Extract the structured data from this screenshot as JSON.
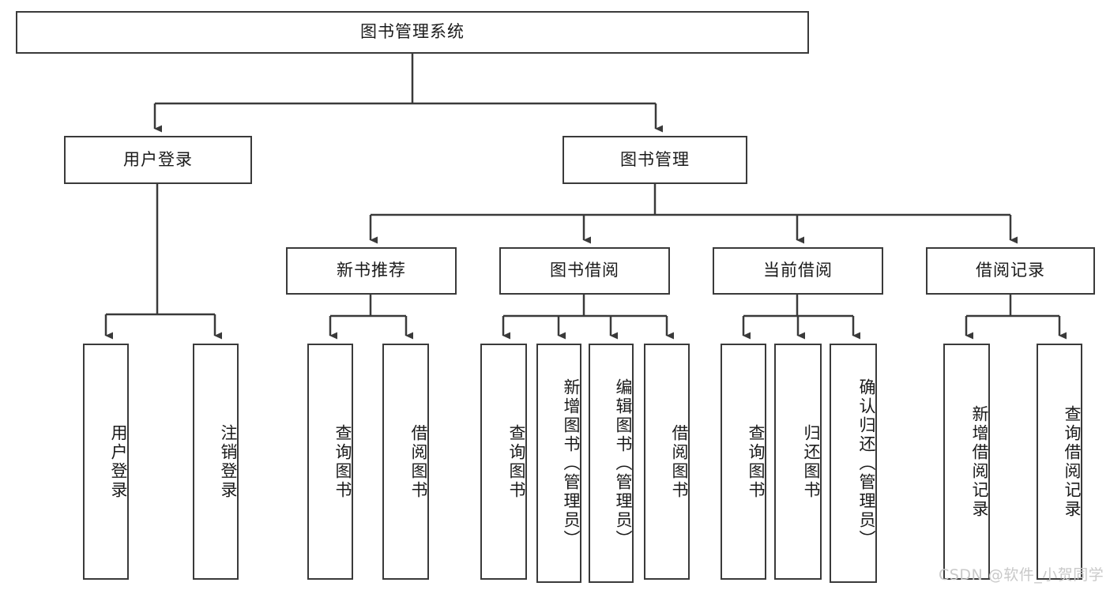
{
  "diagram": {
    "title_node": {
      "label": "图书管理系统"
    },
    "level2": [
      {
        "id": "user-login",
        "label": "用户登录"
      },
      {
        "id": "book-management",
        "label": "图书管理"
      }
    ],
    "level3": [
      {
        "id": "new-book-recommend",
        "label": "新书推荐"
      },
      {
        "id": "book-borrow",
        "label": "图书借阅"
      },
      {
        "id": "current-borrow",
        "label": "当前借阅"
      },
      {
        "id": "borrow-record",
        "label": "借阅记录"
      }
    ],
    "leaves": [
      {
        "id": "leaf-user-login",
        "label": "用户登录"
      },
      {
        "id": "leaf-logout-login",
        "label": "注销登录"
      },
      {
        "id": "leaf-query-book-1",
        "label": "查询图书"
      },
      {
        "id": "leaf-borrow-book-1",
        "label": "借阅图书"
      },
      {
        "id": "leaf-query-book-2",
        "label": "查询图书"
      },
      {
        "id": "leaf-add-book",
        "label": "新增图书（管理员）"
      },
      {
        "id": "leaf-edit-book",
        "label": "编辑图书（管理员）"
      },
      {
        "id": "leaf-borrow-book-2",
        "label": "借阅图书"
      },
      {
        "id": "leaf-query-book-3",
        "label": "查询图书"
      },
      {
        "id": "leaf-return-book",
        "label": "归还图书"
      },
      {
        "id": "leaf-confirm-return",
        "label": "确认归还（管理员）"
      },
      {
        "id": "leaf-add-borrow-record",
        "label": "新增借阅记录"
      },
      {
        "id": "leaf-query-borrow-record",
        "label": "查询借阅记录"
      }
    ],
    "watermark": "CSDN @软件_小贺同学",
    "colors": {
      "stroke": "#3a3a3a",
      "fill": "#ffffff",
      "text": "#1a1a1a",
      "watermark": "#c9c9c9"
    }
  }
}
